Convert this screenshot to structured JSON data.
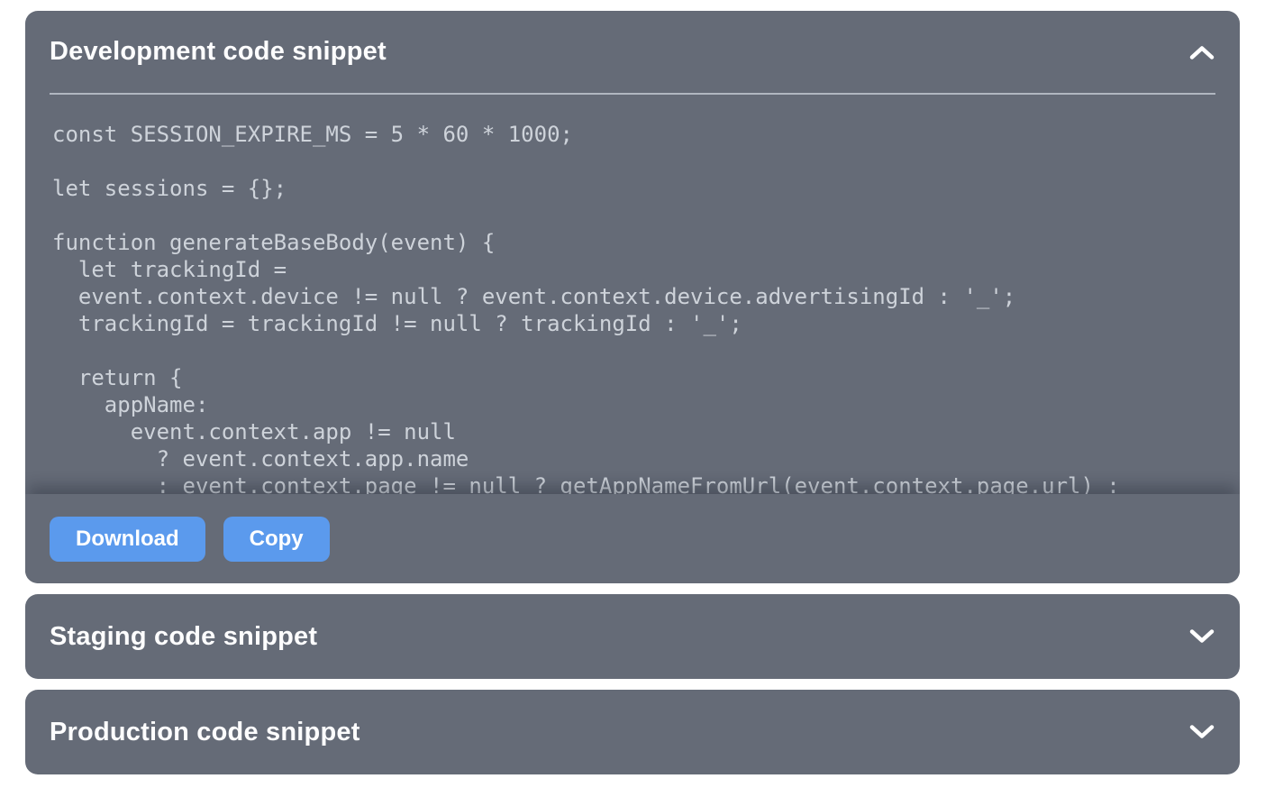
{
  "colors": {
    "page_background": "#ffffff",
    "panel_gray": "#656b77",
    "button_blue": "#5b9aed",
    "code_text": "#ced3da",
    "title_text": "#fdfdfe",
    "divider_gray": "#b0b6c0"
  },
  "panels": {
    "development": {
      "title": "Development code snippet",
      "state": "expanded",
      "chevron_icon": "chevron-up-icon",
      "code": "const SESSION_EXPIRE_MS = 5 * 60 * 1000;\n\nlet sessions = {};\n\nfunction generateBaseBody(event) {\n  let trackingId =\n  event.context.device != null ? event.context.device.advertisingId : '_';\n  trackingId = trackingId != null ? trackingId : '_';\n\n  return {\n    appName:\n      event.context.app != null\n        ? event.context.app.name\n        : event.context.page != null ? getAppNameFromUrl(event.context.page.url) :",
      "buttons": {
        "download": "Download",
        "copy": "Copy"
      }
    },
    "staging": {
      "title": "Staging code snippet",
      "state": "collapsed",
      "chevron_icon": "chevron-down-icon"
    },
    "production": {
      "title": "Production code snippet",
      "state": "collapsed",
      "chevron_icon": "chevron-down-icon"
    }
  }
}
